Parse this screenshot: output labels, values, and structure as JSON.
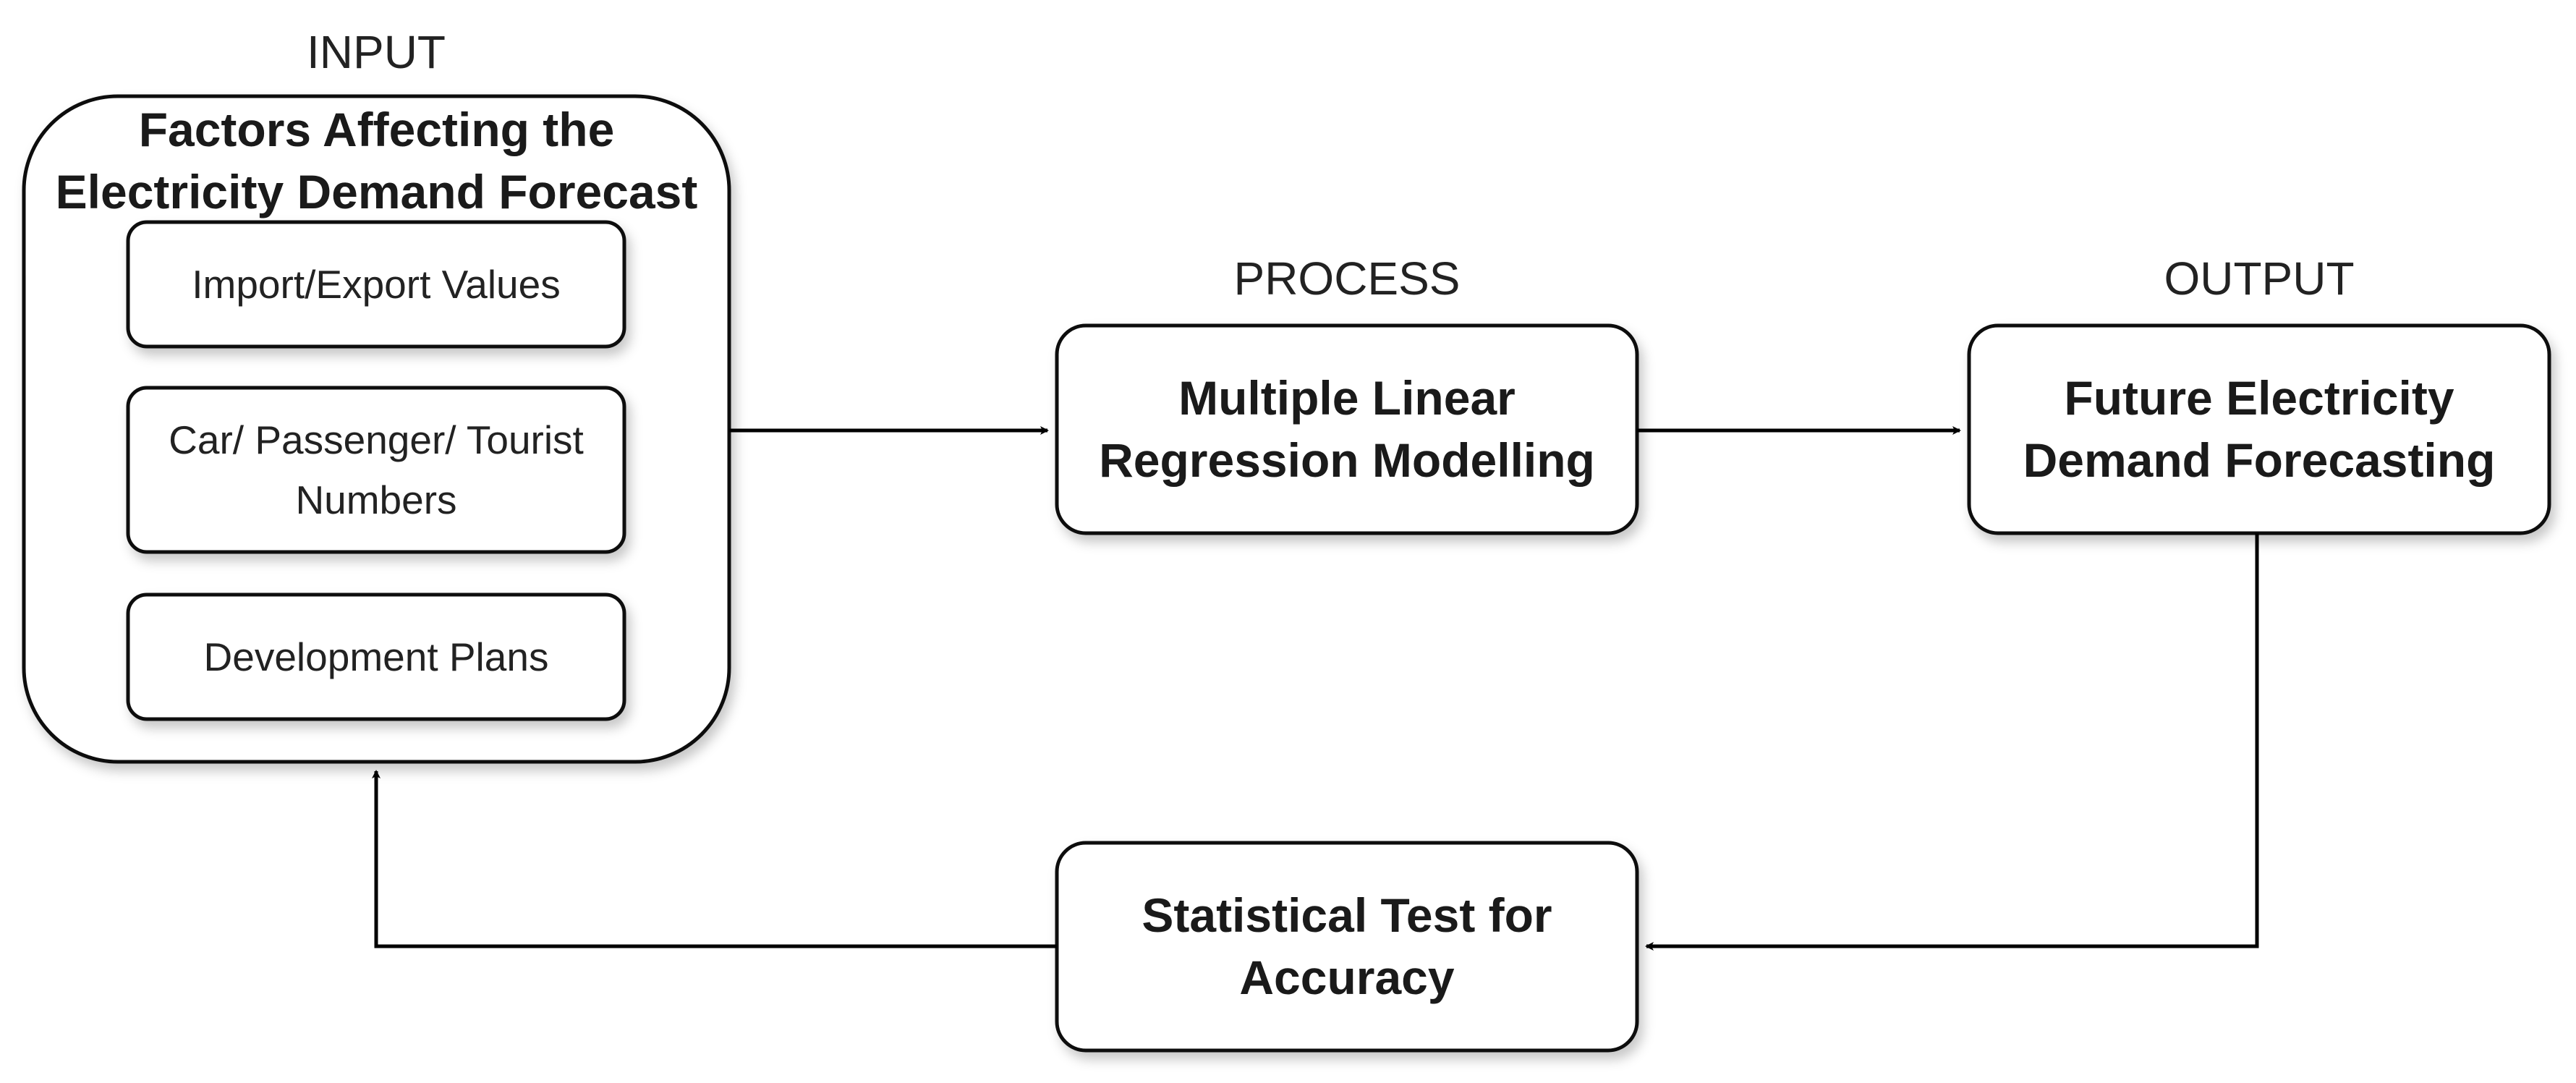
{
  "stages": {
    "input": "INPUT",
    "process": "PROCESS",
    "output": "OUTPUT"
  },
  "input_group": {
    "title_line1": "Factors Affecting the",
    "title_line2": "Electricity Demand Forecast",
    "factors": [
      {
        "lines": [
          "Import/Export Values"
        ]
      },
      {
        "lines": [
          "Car/ Passenger/ Tourist",
          "Numbers"
        ]
      },
      {
        "lines": [
          "Development Plans"
        ]
      }
    ]
  },
  "process_node": {
    "line1": "Multiple Linear",
    "line2": "Regression Modelling"
  },
  "output_node": {
    "line1": "Future Electricity",
    "line2": "Demand Forecasting"
  },
  "test_node": {
    "line1": "Statistical Test for",
    "line2": "Accuracy"
  }
}
